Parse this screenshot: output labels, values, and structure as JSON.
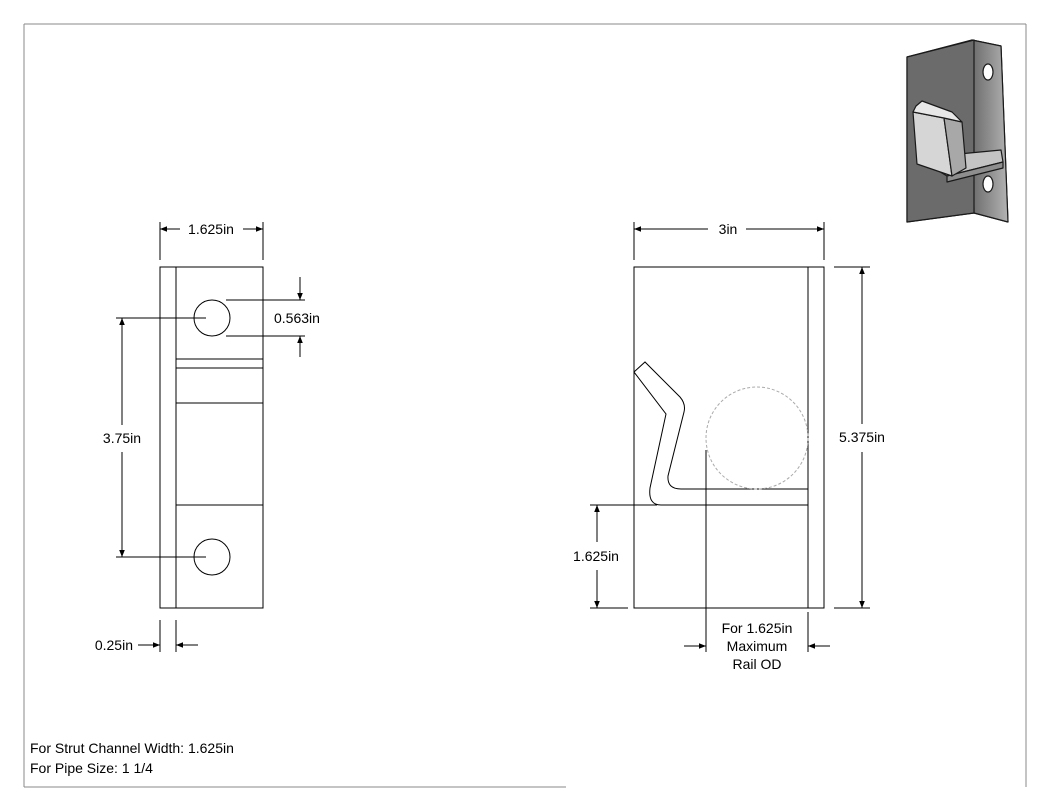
{
  "front_view": {
    "width_label": "1.625in",
    "hole_dia_label": "0.563in",
    "hole_spacing_label": "3.75in",
    "thickness_label": "0.25in"
  },
  "side_view": {
    "width_label": "3in",
    "height_label": "5.375in",
    "hook_height_label": "1.625in",
    "rail_note": [
      "For 1.625in",
      "Maximum",
      "Rail OD"
    ]
  },
  "notes": {
    "strut_width": "For Strut Channel Width: 1.625in",
    "pipe_size": "For Pipe Size: 1 1/4"
  }
}
